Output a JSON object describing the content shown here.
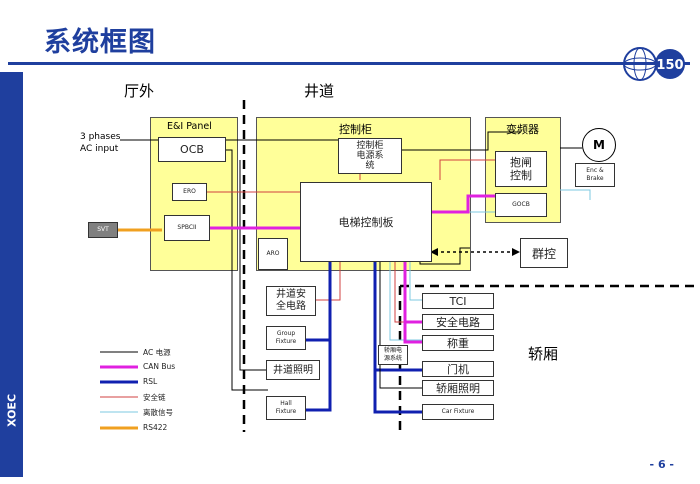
{
  "page": {
    "title": "系统框图",
    "side_label": "XOEC",
    "page_number": "- 6 -"
  },
  "zones": {
    "hall": "厅外",
    "hoistway": "井道",
    "car": "轿厢"
  },
  "groups": {
    "ei_panel": "E&I Panel",
    "control_cabinet": "控制柜",
    "inverter": "变频器"
  },
  "input": {
    "line1": "3 phases",
    "line2": "AC input"
  },
  "blocks": {
    "ocb": "OCB",
    "ero": "ERO",
    "spbcii": "SPBCII",
    "svt": "SVT",
    "aro": "ARO",
    "cabinet_power_line1": "控制柜",
    "cabinet_power_line2": "电源系",
    "cabinet_power_line3": "统",
    "main_board": "电梯控制板",
    "brake_line1": "抱闸",
    "brake_line2": "控制",
    "gocb": "GOCB",
    "motor": "M",
    "encoder_line1": "Enc &",
    "encoder_line2": "Brake",
    "group_control": "群控",
    "hoistway_safety_line1": "井道安",
    "hoistway_safety_line2": "全电路",
    "group_fixture_line1": "Group",
    "group_fixture_line2": "Fixture",
    "hoistway_lighting": "井道照明",
    "hall_fixture_line1": "Hall",
    "hall_fixture_line2": "Fixture",
    "car_power_line1": "轿厢电",
    "car_power_line2": "源系统",
    "tci": "TCI",
    "car_safety": "安全电路",
    "weighing": "称重",
    "door_operator": "门机",
    "car_lighting": "轿厢照明",
    "car_fixture": "Car Fixture"
  },
  "legend": [
    {
      "label": "AC 电源",
      "color": "#000000",
      "width": 1
    },
    {
      "label": "CAN Bus",
      "color": "#e020e0",
      "width": 3
    },
    {
      "label": "RSL",
      "color": "#1020b0",
      "width": 3
    },
    {
      "label": "安全链",
      "color": "#d04040",
      "width": 1
    },
    {
      "label": "离散信号",
      "color": "#7ec8e0",
      "width": 1
    },
    {
      "label": "RS422",
      "color": "#f0a020",
      "width": 3
    }
  ],
  "colors": {
    "brand": "#1f3f9e",
    "panel_fill": "#ffff99"
  }
}
